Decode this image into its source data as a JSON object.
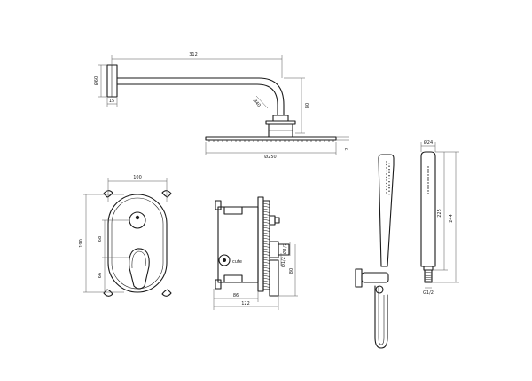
{
  "shower_arm": {
    "width_label": "312",
    "height_label": "80",
    "flange_label": "Ø60",
    "depth_label": "15",
    "pipe_label": "Ø40"
  },
  "shower_head": {
    "diameter_label": "Ø250",
    "thickness_label": "2"
  },
  "wall_plate": {
    "width_label": "100",
    "height_label": "190",
    "upper_label": "68",
    "lower_label": "66"
  },
  "valve_box": {
    "width_label": "122",
    "inner_label": "86",
    "depth_label": "80",
    "port_a_label": "Ø1/2",
    "port_b_label": "Ø1/2",
    "brand_text": "cute"
  },
  "hand_shower": {
    "diameter_label": "Ø24",
    "length_label": "225",
    "total_label": "244",
    "thread_label": "G1/2"
  }
}
